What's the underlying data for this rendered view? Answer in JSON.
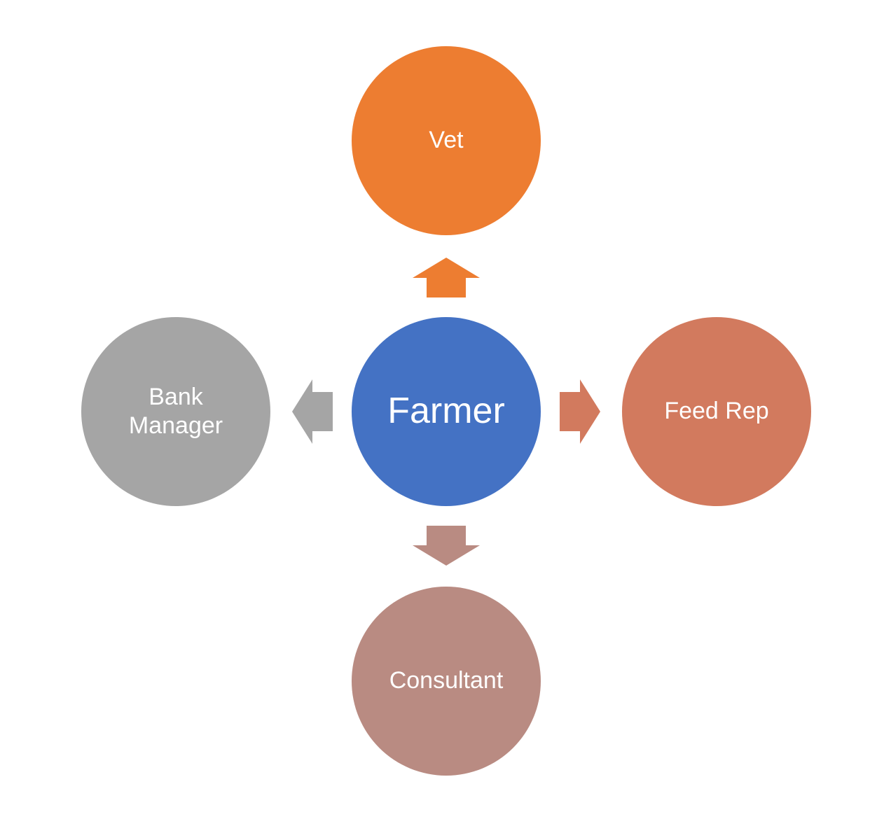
{
  "diagram": {
    "center": {
      "label": "Farmer",
      "color": "#4472C4"
    },
    "nodes": {
      "top": {
        "label": "Vet",
        "color": "#ED7D31"
      },
      "right": {
        "label": "Feed Rep",
        "color": "#D27A5E"
      },
      "bottom": {
        "label": "Consultant",
        "color": "#B98B82"
      },
      "left": {
        "label": "Bank\nManager",
        "color": "#A5A5A5"
      }
    },
    "arrows": {
      "top": {
        "direction": "up",
        "color": "#ED7D31"
      },
      "right": {
        "direction": "right",
        "color": "#D27A5E"
      },
      "bottom": {
        "direction": "down",
        "color": "#B98B82"
      },
      "left": {
        "direction": "left",
        "color": "#A5A5A5"
      }
    }
  }
}
